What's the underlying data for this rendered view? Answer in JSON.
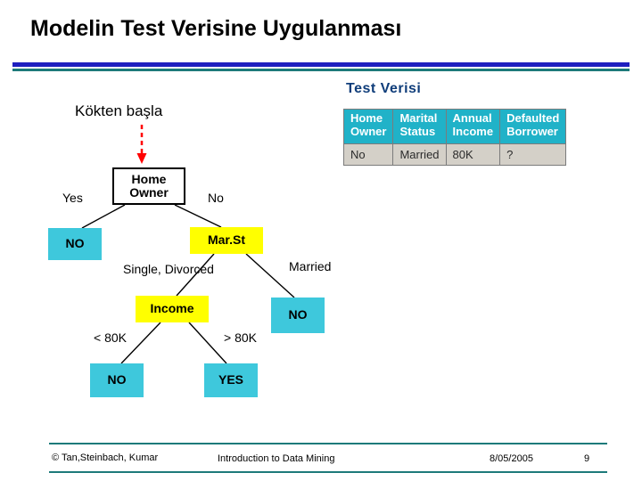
{
  "slide": {
    "title": "Modelin Test Verisine Uygulanması",
    "test_data_label": "Test  Verisi",
    "start_label": "Kökten başla",
    "colors": {
      "rule_blue": "#1f1fbf",
      "rule_teal": "#1d7a7a",
      "node_cyan": "#3ec8dc",
      "node_yellow": "#ffff00",
      "table_header": "#20b2c8",
      "table_cell": "#d4d0c8",
      "arrow_red": "#ff0000",
      "test_label": "#0f3d7a"
    }
  },
  "data_table": {
    "headers": [
      "Home\nOwner",
      "Marital\nStatus",
      "Annual\nIncome",
      "Defaulted\nBorrower"
    ],
    "rows": [
      [
        "No",
        "Married",
        "80K",
        "?"
      ]
    ]
  },
  "tree": {
    "nodes": [
      {
        "id": "home-owner",
        "label": "Home Owner",
        "type": "root"
      },
      {
        "id": "no-1",
        "label": "NO",
        "type": "leaf"
      },
      {
        "id": "mar-st",
        "label": "Mar.St",
        "type": "internal"
      },
      {
        "id": "income",
        "label": "Income",
        "type": "internal"
      },
      {
        "id": "no-2",
        "label": "NO",
        "type": "leaf"
      },
      {
        "id": "no-3",
        "label": "NO",
        "type": "leaf"
      },
      {
        "id": "yes",
        "label": "YES",
        "type": "leaf"
      }
    ],
    "edge_labels": {
      "yes": "Yes",
      "no": "No",
      "single_divorced": "Single, Divorced",
      "married": "Married",
      "lt_80k": "< 80K",
      "gt_80k": "> 80K"
    }
  },
  "footer": {
    "left": "© Tan,Steinbach, Kumar",
    "center": "Introduction to Data Mining",
    "date": "8/05/2005",
    "page": "9"
  }
}
